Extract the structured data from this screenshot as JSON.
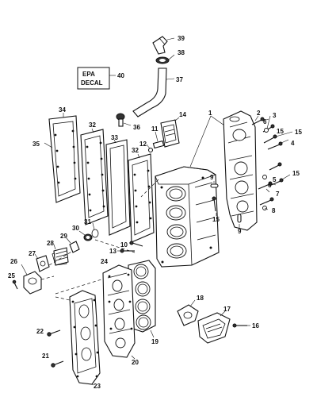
{
  "decal": {
    "line1": "EPA",
    "line2": "DECAL"
  },
  "callouts": {
    "c1": "1",
    "c2": "2",
    "c3": "3",
    "c4": "4",
    "c5": "5",
    "c6a": "6",
    "c6b": "6",
    "c7": "7",
    "c8": "8",
    "c9a": "9",
    "c9b": "9",
    "c10": "10",
    "c11": "11",
    "c12": "12",
    "c13": "13",
    "c14": "14",
    "c15a": "15",
    "c15b": "15",
    "c15c": "15",
    "c15d": "15",
    "c16": "16",
    "c17": "17",
    "c18": "18",
    "c19": "19",
    "c20": "20",
    "c21": "21",
    "c22": "22",
    "c23": "23",
    "c24": "24",
    "c25": "25",
    "c26": "26",
    "c27": "27",
    "c28": "28",
    "c29": "29",
    "c30": "30",
    "c31": "31",
    "c32a": "32",
    "c32b": "32",
    "c33": "33",
    "c34": "34",
    "c35": "35",
    "c36": "36",
    "c37": "37",
    "c38": "38",
    "c39": "39",
    "c40": "40"
  }
}
